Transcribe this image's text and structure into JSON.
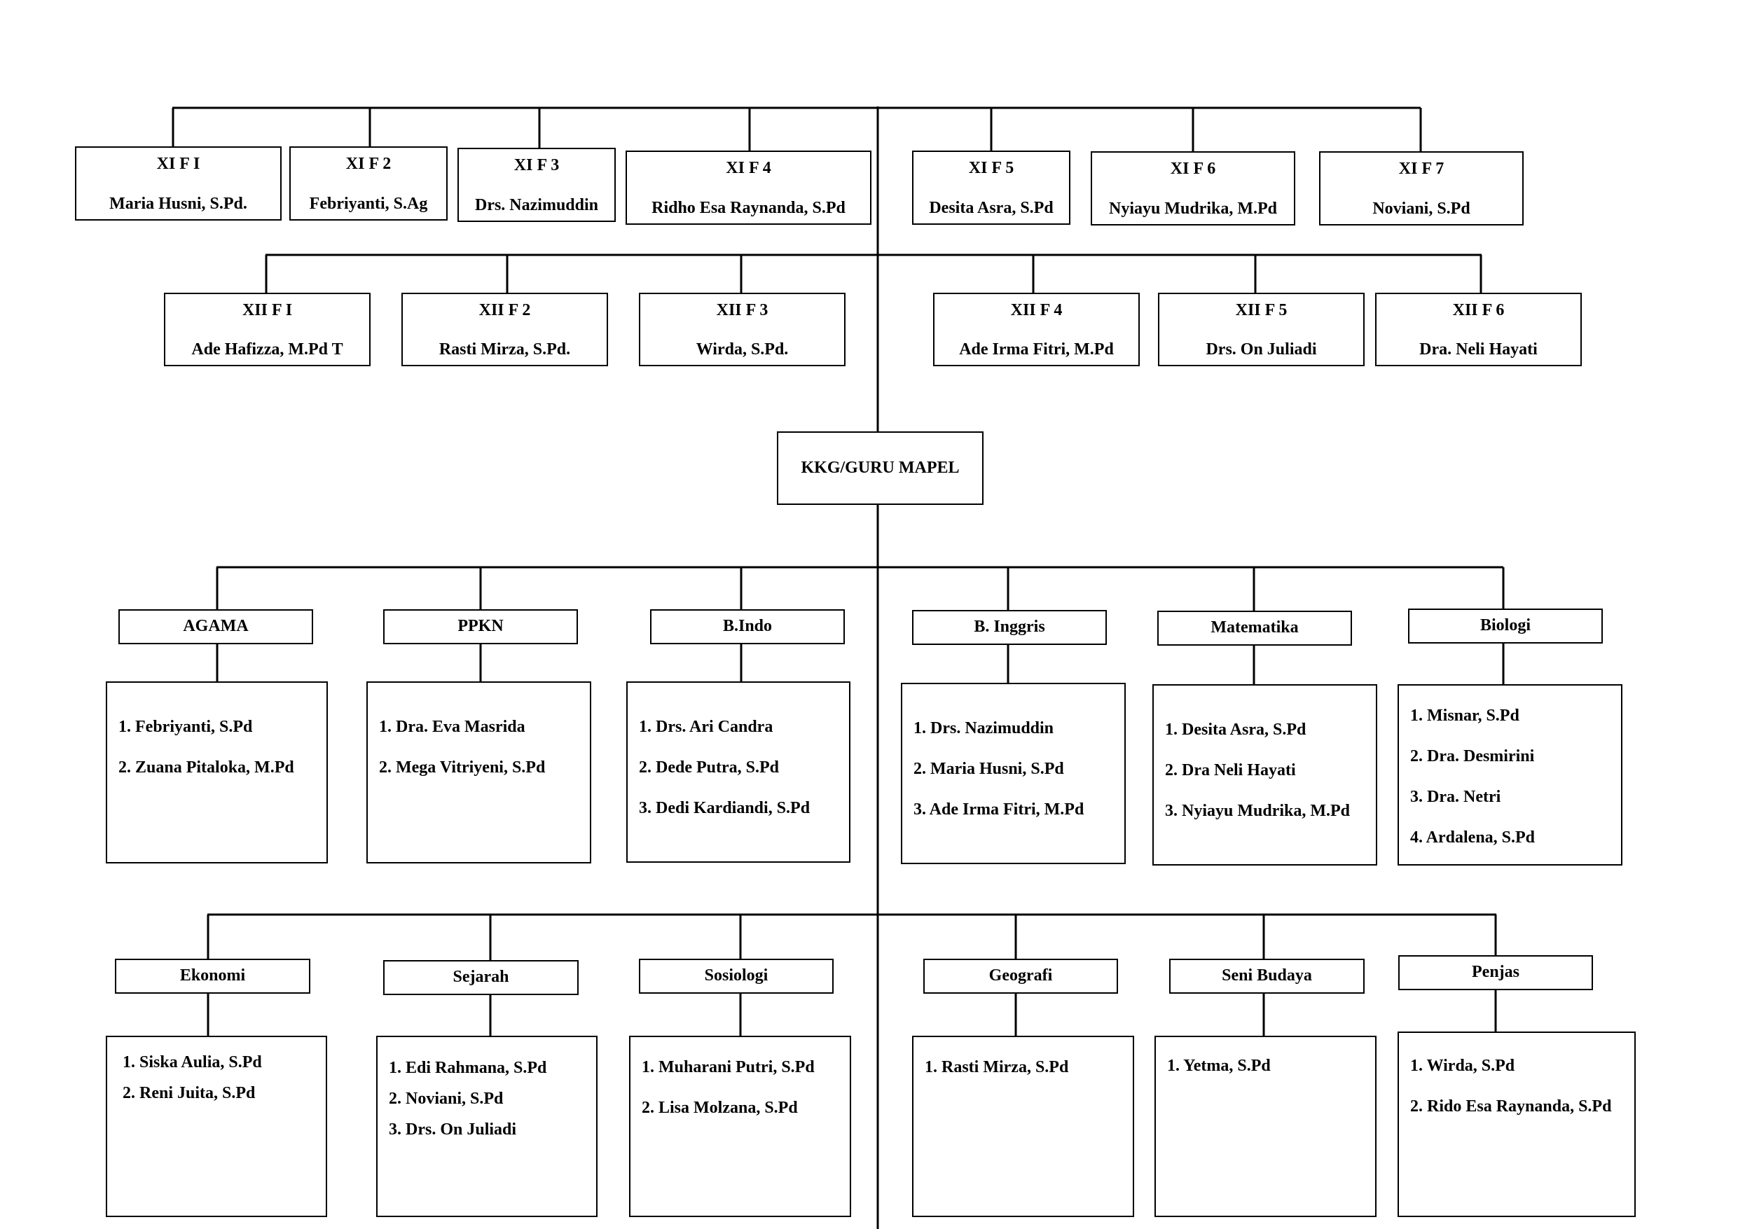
{
  "xi_classes": [
    {
      "title": "XI F I",
      "teacher": "Maria Husni, S.Pd."
    },
    {
      "title": "XI F 2",
      "teacher": "Febriyanti, S.Ag"
    },
    {
      "title": "XI F 3",
      "teacher": "Drs. Nazimuddin"
    },
    {
      "title": "XI F 4",
      "teacher": "Ridho Esa Raynanda, S.Pd"
    },
    {
      "title": "XI F 5",
      "teacher": "Desita Asra, S.Pd"
    },
    {
      "title": "XI F 6",
      "teacher": "Nyiayu Mudrika, M.Pd"
    },
    {
      "title": "XI F 7",
      "teacher": "Noviani, S.Pd"
    }
  ],
  "xii_classes": [
    {
      "title": "XII F I",
      "teacher": "Ade Hafizza, M.Pd T"
    },
    {
      "title": "XII F 2",
      "teacher": "Rasti Mirza, S.Pd."
    },
    {
      "title": "XII F 3",
      "teacher": "Wirda, S.Pd."
    },
    {
      "title": "XII F 4",
      "teacher": "Ade Irma Fitri, M.Pd"
    },
    {
      "title": "XII F 5",
      "teacher": "Drs. On Juliadi"
    },
    {
      "title": "XII F 6",
      "teacher": "Dra. Neli Hayati"
    }
  ],
  "center": {
    "label": "KKG/GURU MAPEL"
  },
  "subjects_row1": [
    {
      "name": "AGAMA",
      "teachers": [
        "1. Febriyanti, S.Pd",
        "2. Zuana Pitaloka, M.Pd"
      ]
    },
    {
      "name": "PPKN",
      "teachers": [
        "1. Dra. Eva Masrida",
        "2. Mega Vitriyeni, S.Pd"
      ]
    },
    {
      "name": "B.Indo",
      "teachers": [
        "1. Drs. Ari Candra",
        "2. Dede Putra, S.Pd",
        "3. Dedi Kardiandi, S.Pd"
      ]
    },
    {
      "name": "B. Inggris",
      "teachers": [
        "1. Drs. Nazimuddin",
        "2. Maria Husni, S.Pd",
        "3. Ade Irma Fitri, M.Pd"
      ]
    },
    {
      "name": "Matematika",
      "teachers": [
        "1. Desita Asra, S.Pd",
        "2. Dra Neli Hayati",
        "3. Nyiayu Mudrika, M.Pd"
      ]
    },
    {
      "name": "Biologi",
      "teachers": [
        "1. Misnar, S.Pd",
        "2. Dra. Desmirini",
        "3. Dra. Netri",
        "4. Ardalena, S.Pd"
      ]
    }
  ],
  "subjects_row2": [
    {
      "name": "Ekonomi",
      "teachers": [
        "1.   Siska Aulia, S.Pd",
        "2.   Reni Juita, S.Pd"
      ]
    },
    {
      "name": "Sejarah",
      "teachers": [
        "1. Edi Rahmana, S.Pd",
        "2. Noviani, S.Pd",
        "3. Drs. On Juliadi"
      ]
    },
    {
      "name": "Sosiologi",
      "teachers": [
        "1. Muharani Putri, S.Pd",
        "2. Lisa Molzana, S.Pd"
      ]
    },
    {
      "name": "Geografi",
      "teachers": [
        "1. Rasti Mirza, S.Pd"
      ]
    },
    {
      "name": "Seni Budaya",
      "teachers": [
        "1. Yetma, S.Pd"
      ]
    },
    {
      "name": "Penjas",
      "teachers": [
        "1. Wirda, S.Pd",
        "2. Rido Esa Raynanda, S.Pd"
      ]
    }
  ]
}
